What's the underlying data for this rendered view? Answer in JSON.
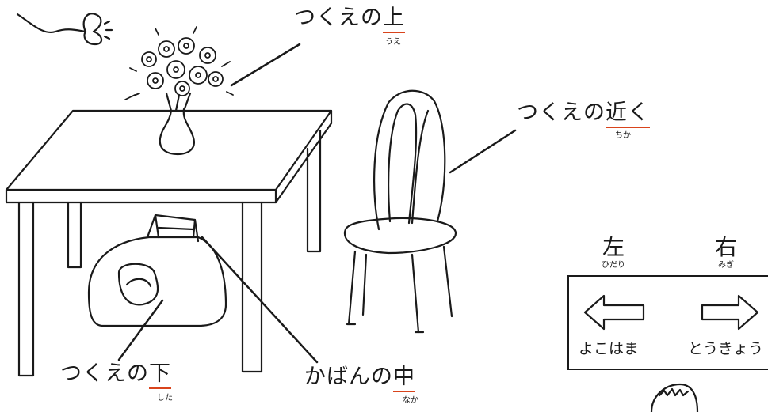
{
  "labels": {
    "ue": {
      "prefix": "つくえの",
      "kanji": "上",
      "furigana": "うえ"
    },
    "chikaku": {
      "prefix": "つくえの",
      "kanji": "近く",
      "furigana": "ちか"
    },
    "shita": {
      "prefix": "つくえの",
      "kanji": "下",
      "furigana": "した"
    },
    "naka": {
      "prefix": "かばんの",
      "kanji": "中",
      "furigana": "なか"
    }
  },
  "directions": {
    "left": {
      "kanji": "左",
      "furigana": "ひだり",
      "city": "よこはま"
    },
    "right": {
      "kanji": "右",
      "furigana": "みぎ",
      "city": "とうきょう"
    }
  },
  "colors": {
    "ink": "#1a1a1a",
    "underline": "#d9441c",
    "background": "#ffffff"
  }
}
